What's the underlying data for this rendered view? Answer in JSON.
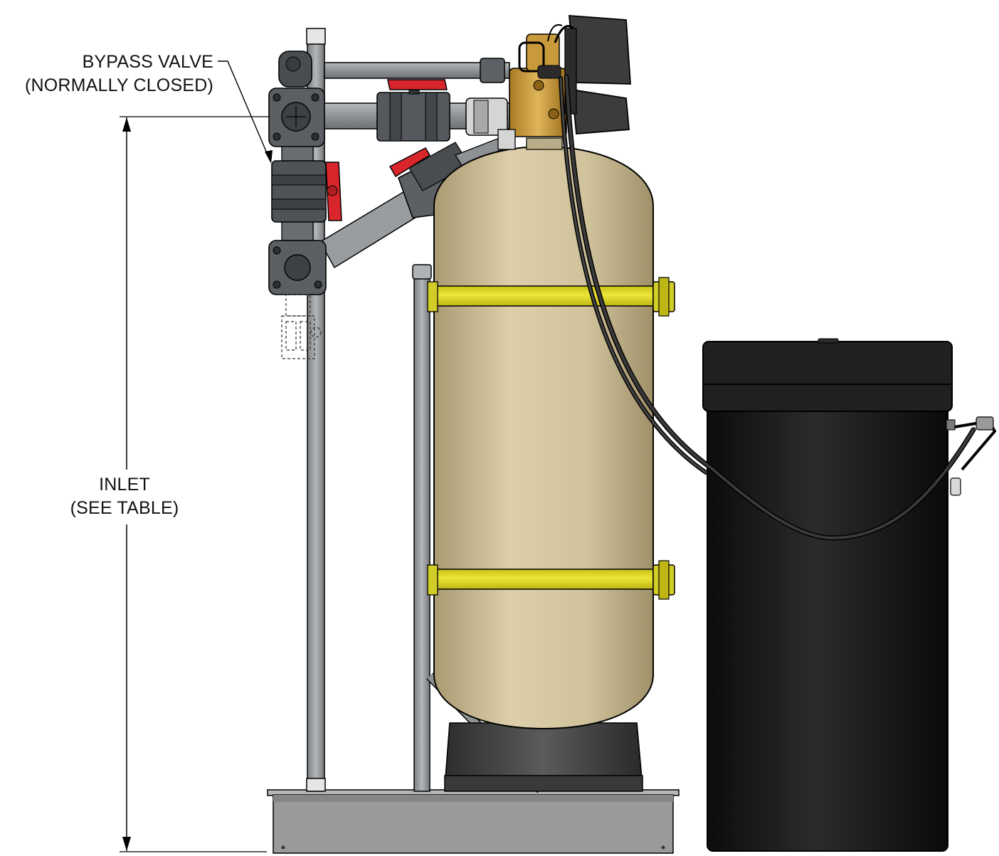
{
  "callouts": {
    "bypass_valve": {
      "line1": "BYPASS VALVE",
      "line2": "(NORMALLY CLOSED)"
    },
    "inlet": {
      "line1": "INLET",
      "line2": "(SEE TABLE)"
    }
  },
  "colors": {
    "resin_tank": "#cdbd95",
    "tank_straps": "#e6e021",
    "brine_tank": "#1b1b1b",
    "pvc_pipe": "#8f9295",
    "valve_handles": "#d9262c",
    "control_valve_body": "#c99a3b",
    "base_pan": "#9a9a9a"
  }
}
